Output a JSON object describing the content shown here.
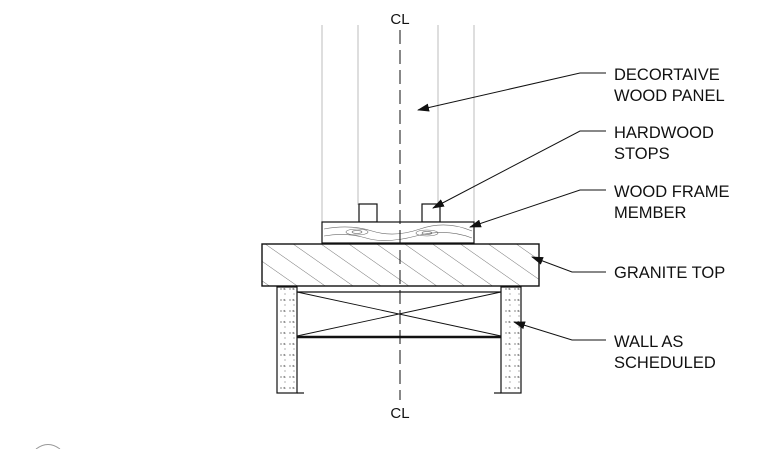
{
  "centerline": {
    "top_mark": "CL",
    "bottom_mark": "CL"
  },
  "callouts": [
    {
      "id": "decorative-wood-panel",
      "lines": [
        "DECORTAIVE",
        "WOOD PANEL"
      ]
    },
    {
      "id": "hardwood-stops",
      "lines": [
        "HARDWOOD",
        "STOPS"
      ]
    },
    {
      "id": "wood-frame-member",
      "lines": [
        "WOOD FRAME",
        "MEMBER"
      ]
    },
    {
      "id": "granite-top",
      "lines": [
        "GRANITE TOP"
      ]
    },
    {
      "id": "wall-as-scheduled",
      "lines": [
        "WALL AS",
        "SCHEDULED"
      ]
    }
  ],
  "colors": {
    "line": "#111111",
    "thin_line": "#9a9a9a",
    "hatch": "#444444"
  }
}
